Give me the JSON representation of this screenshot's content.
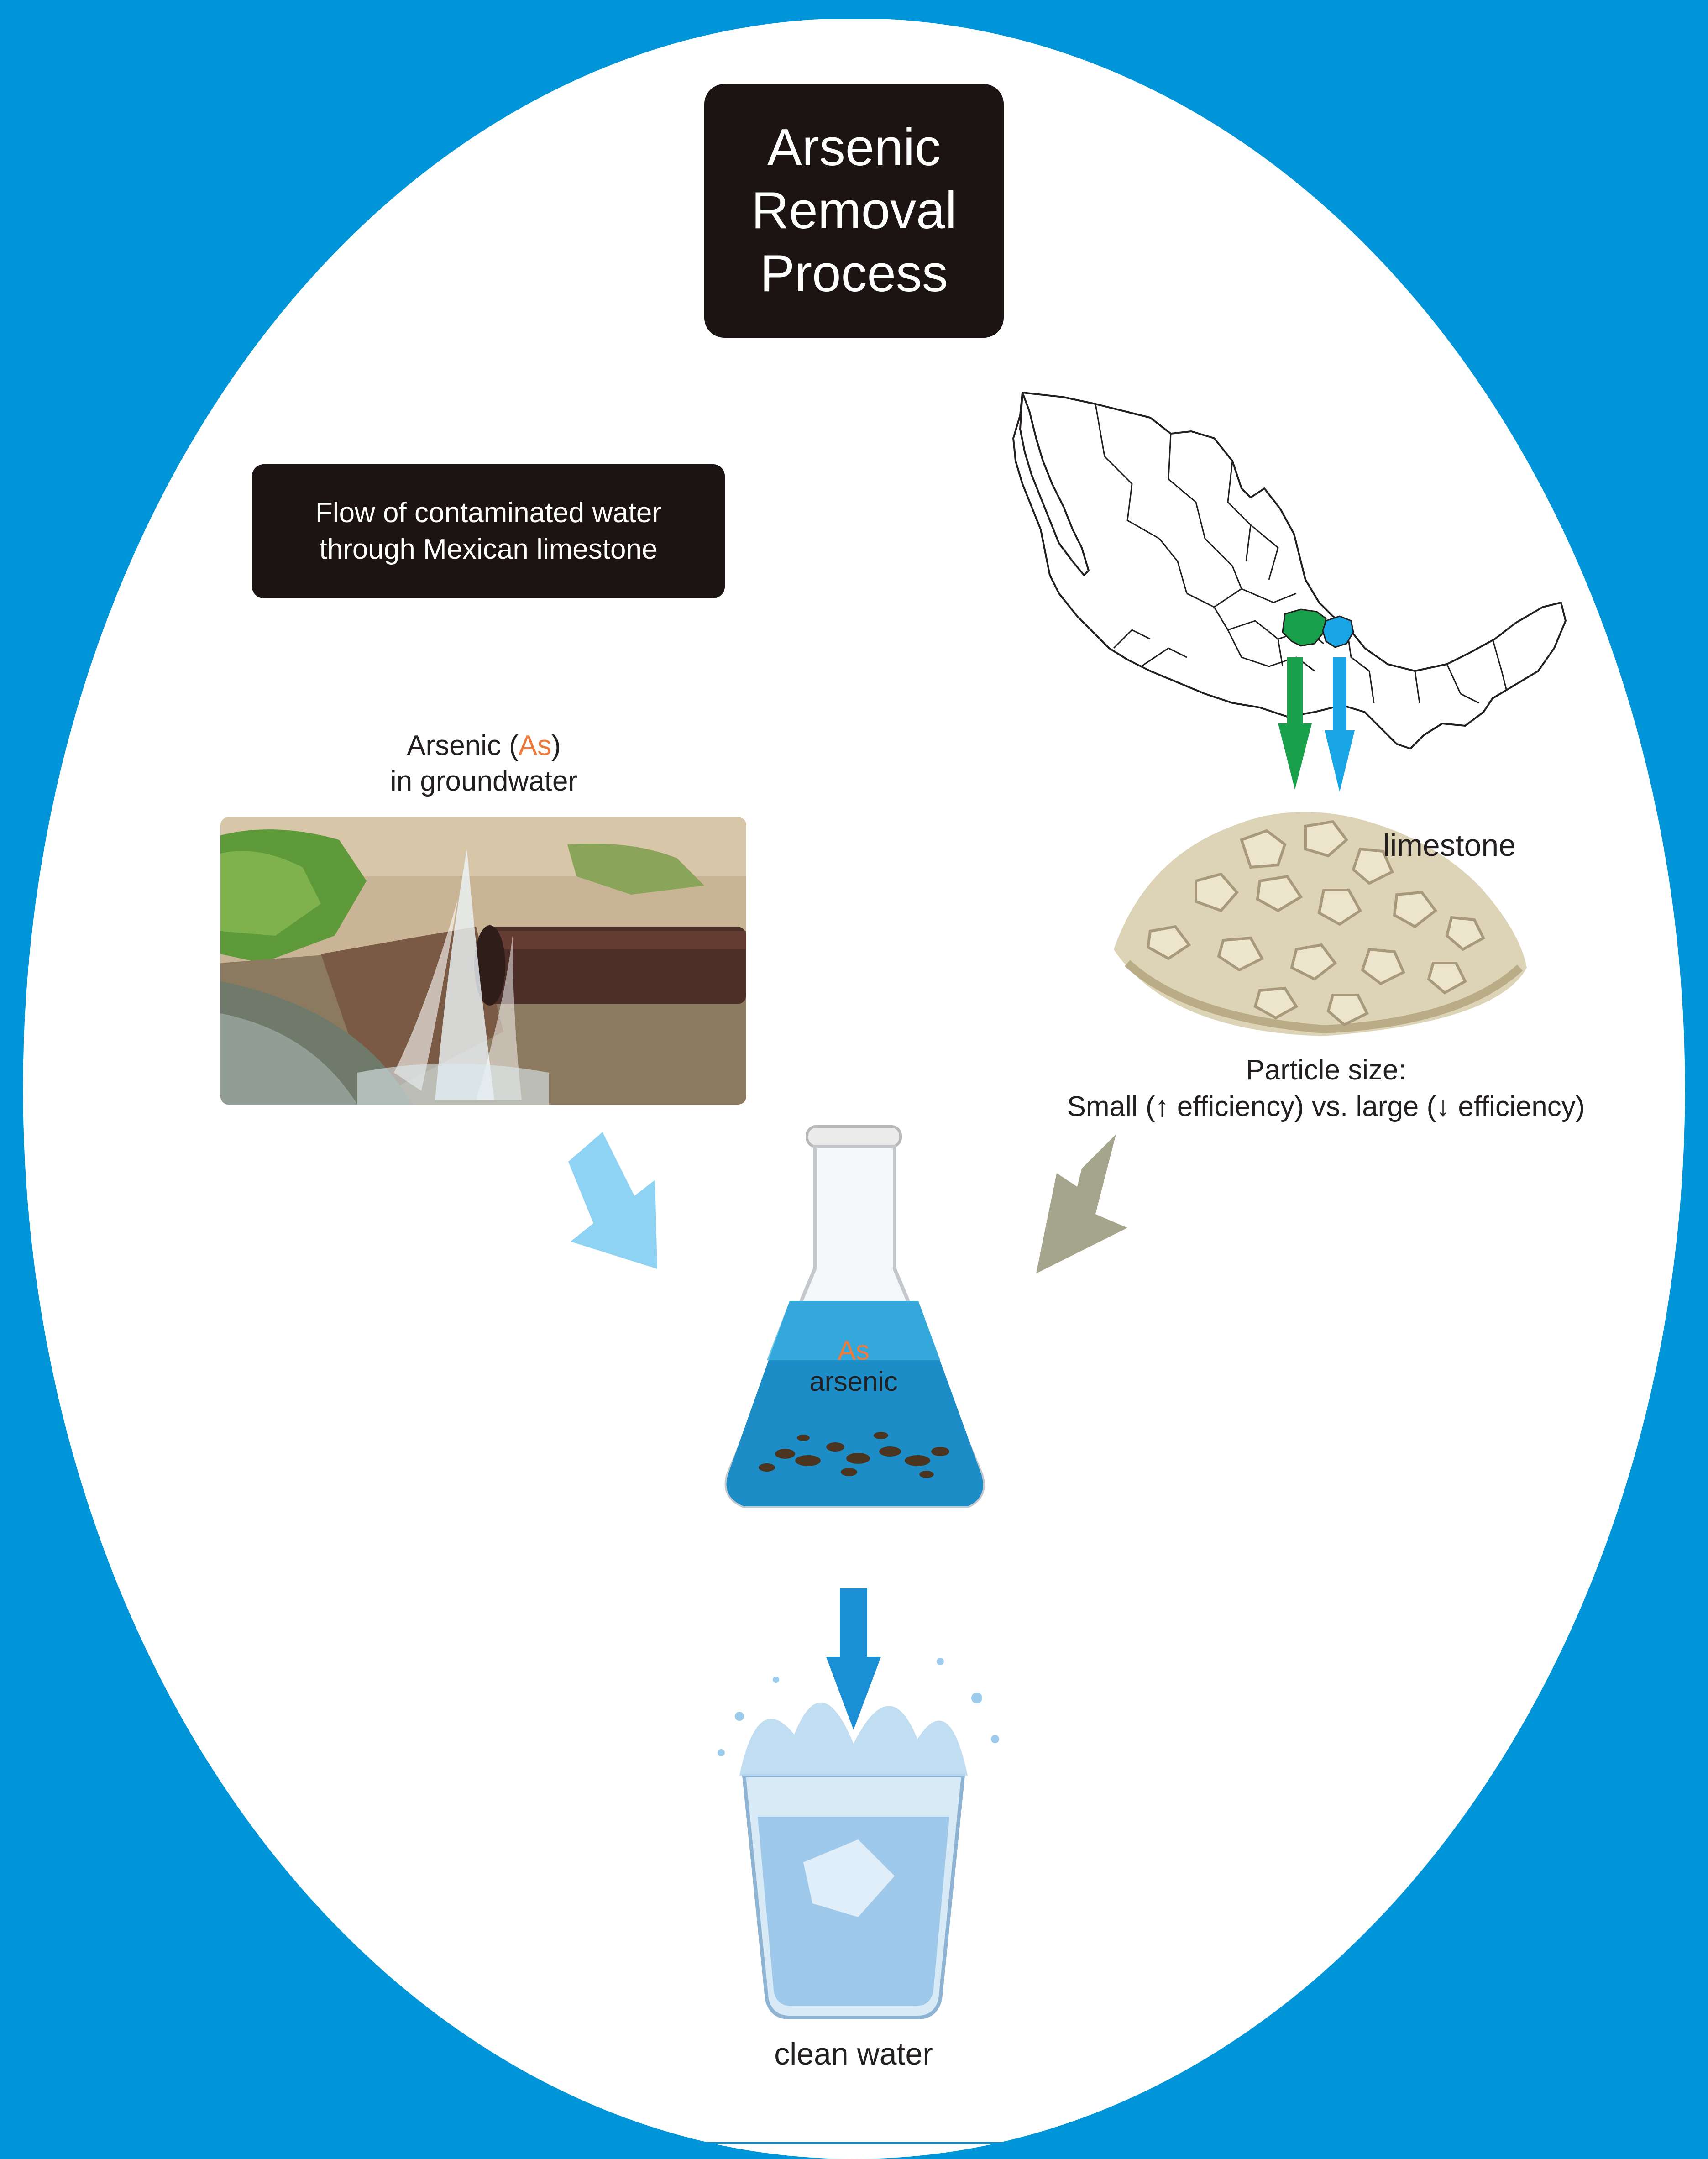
{
  "title": {
    "line1": "Arsenic",
    "line2": "Removal",
    "line3": "Process"
  },
  "flow_box": {
    "line1": "Flow of contaminated water",
    "line2": "through Mexican limestone"
  },
  "groundwater": {
    "label_word": "Arsenic (",
    "label_symbol": "As",
    "label_close": ")",
    "line2": "in groundwater"
  },
  "limestone": {
    "label": "limestone"
  },
  "particle": {
    "line1": "Particle size:",
    "line2": "Small (↑ efficiency) vs. large (↓ efficiency)"
  },
  "flask": {
    "symbol": "As",
    "word": "arsenic"
  },
  "clean_water": {
    "label": "clean water"
  },
  "colors": {
    "frame_blue": "#0094d8",
    "dark_box": "#1c1412",
    "arsenic_orange": "#ee7a3c",
    "arrow_light_blue": "#8fd3f4",
    "arrow_gray": "#a4a58c",
    "arrow_green": "#18a04a",
    "arrow_sky": "#19a6e6",
    "arrow_blue": "#1b8fd6"
  }
}
